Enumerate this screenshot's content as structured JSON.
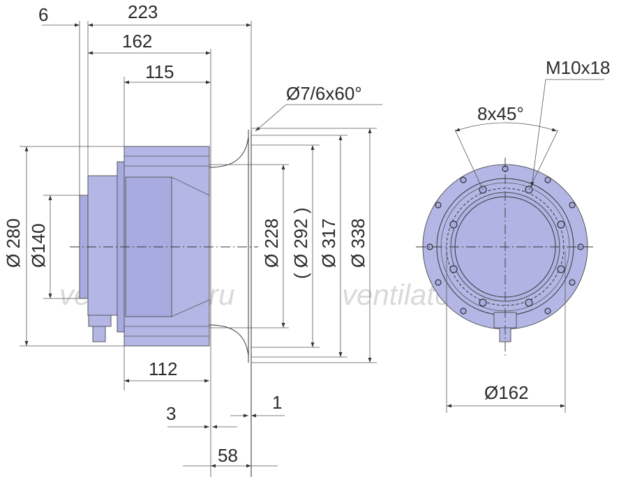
{
  "watermark": "ventilatorry.ru",
  "colors": {
    "body": "#b4b7e6",
    "line": "#333333",
    "text": "#2b2b2b"
  },
  "side_view": {
    "dims": {
      "d6": "6",
      "d223": "223",
      "d162": "162",
      "d115": "115",
      "d112": "112",
      "d3": "3",
      "d1": "1",
      "d58": "58",
      "holes": "Ø7/6x60°",
      "dia280": "Ø 280",
      "dia140": "Ø140",
      "dia228": "Ø 228",
      "dia292": "( Ø 292 )",
      "dia317": "Ø 317",
      "dia338": "Ø 338"
    }
  },
  "front_view": {
    "dims": {
      "thread": "M10x18",
      "angle": "8x45°",
      "dia162": "Ø162"
    }
  }
}
